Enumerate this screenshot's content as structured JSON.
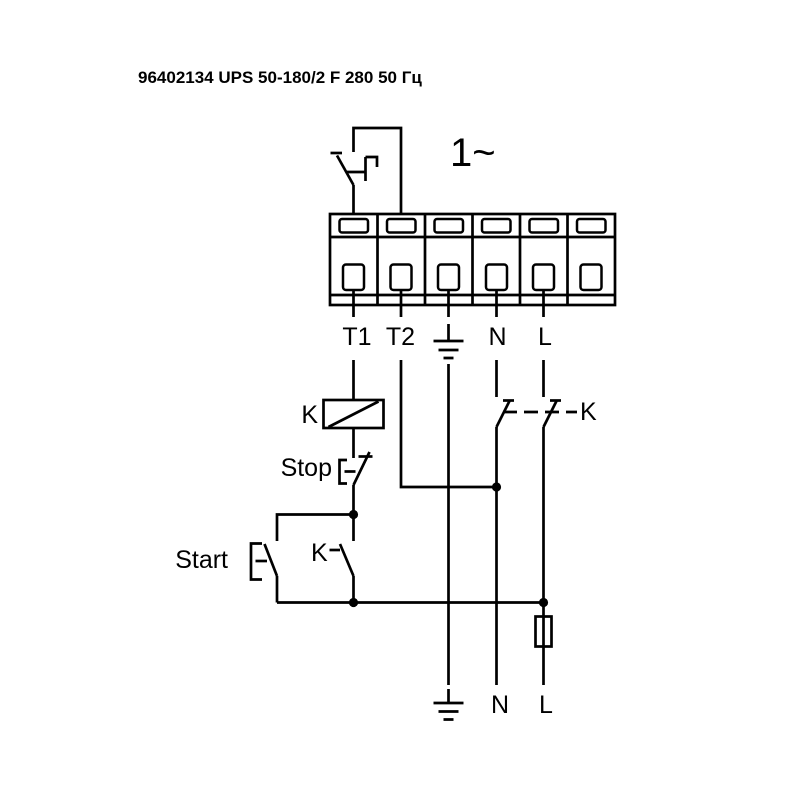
{
  "colors": {
    "background": "#ffffff",
    "line": "#000000",
    "text": "#000000"
  },
  "title": "96402134 UPS 50-180/2 F 280 50 Гц",
  "phase_label": "1~",
  "terminal_block": {
    "terminal_count": 6,
    "labels": {
      "t1": "T1",
      "t2": "T2",
      "n": "N",
      "l": "L"
    },
    "earth_icon": "earth-ground-symbol"
  },
  "control_circuit": {
    "coil_label": "K",
    "stop_label": "Stop",
    "start_label": "Start",
    "aux_contact_label": "K",
    "main_contacts_label": "K",
    "thermal_icon": "thermal-switch-symbol",
    "fuse_icon": "fuse-symbol"
  },
  "supply": {
    "neutral_label": "N",
    "line_label": "L",
    "earth_icon": "earth-ground-symbol"
  }
}
